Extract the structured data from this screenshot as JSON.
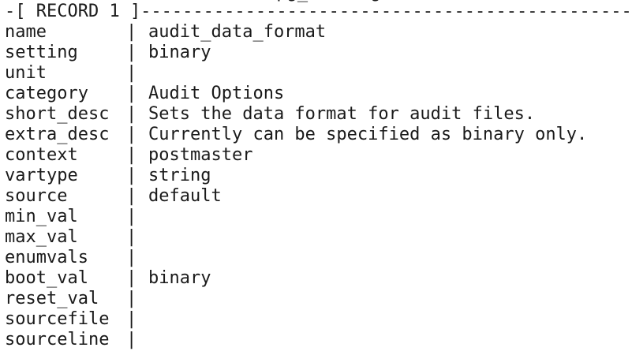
{
  "partial_top_line": "                          pg_settings",
  "record_header": "-[ RECORD 1 ]-------------------------------------------------",
  "separator": "|",
  "rows": [
    {
      "name": "name",
      "value": "audit_data_format"
    },
    {
      "name": "setting",
      "value": "binary"
    },
    {
      "name": "unit",
      "value": ""
    },
    {
      "name": "category",
      "value": "Audit Options"
    },
    {
      "name": "short_desc",
      "value": "Sets the data format for audit files."
    },
    {
      "name": "extra_desc",
      "value": "Currently can be specified as binary only."
    },
    {
      "name": "context",
      "value": "postmaster"
    },
    {
      "name": "vartype",
      "value": "string"
    },
    {
      "name": "source",
      "value": "default"
    },
    {
      "name": "min_val",
      "value": ""
    },
    {
      "name": "max_val",
      "value": ""
    },
    {
      "name": "enumvals",
      "value": ""
    },
    {
      "name": "boot_val",
      "value": "binary"
    },
    {
      "name": "reset_val",
      "value": ""
    },
    {
      "name": "sourcefile",
      "value": ""
    },
    {
      "name": "sourceline",
      "value": ""
    }
  ]
}
